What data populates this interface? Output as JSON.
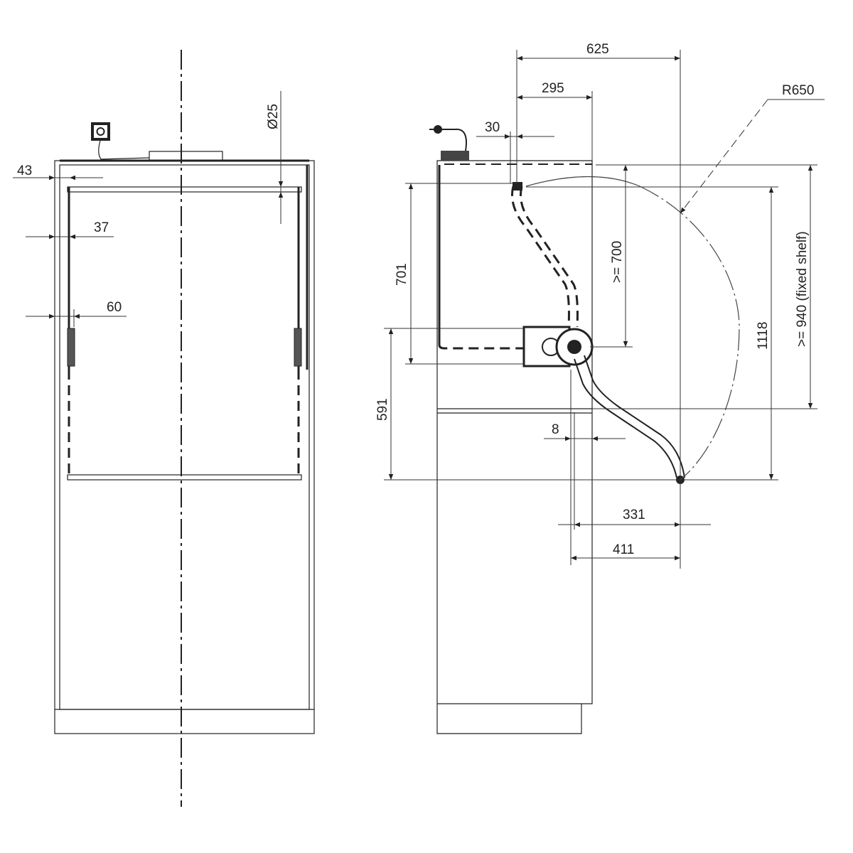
{
  "drawing": {
    "front_view": {
      "dimensions": {
        "side_offset": "43",
        "rail_offset": "37",
        "handle_offset": "60",
        "rail_diameter": "Ø25"
      }
    },
    "side_view": {
      "dimensions": {
        "total_depth": "625",
        "pivot_depth": "295",
        "rail_inset": "30",
        "radius": "R650",
        "upper_height": "701",
        "lower_height": "591",
        "min_height": ">= 700",
        "stroke": "1118",
        "fixed_shelf": ">= 940 (fixed shelf)",
        "gap": "8",
        "projection_inner": "331",
        "projection_outer": "411"
      }
    }
  }
}
